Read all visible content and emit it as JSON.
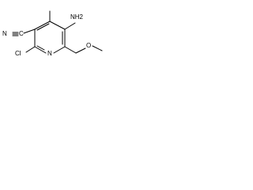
{
  "molecule": {
    "atoms": {
      "amino": "NH2",
      "methyl": "",
      "nitrile_carbon": "C",
      "nitrile_nitrogen": "N",
      "ring_nitrogen": "N",
      "chloro": "Cl",
      "ether_oxygen": "O"
    }
  },
  "colors": {
    "bond": "#000000",
    "text": "#000000",
    "background": "#ffffff"
  }
}
